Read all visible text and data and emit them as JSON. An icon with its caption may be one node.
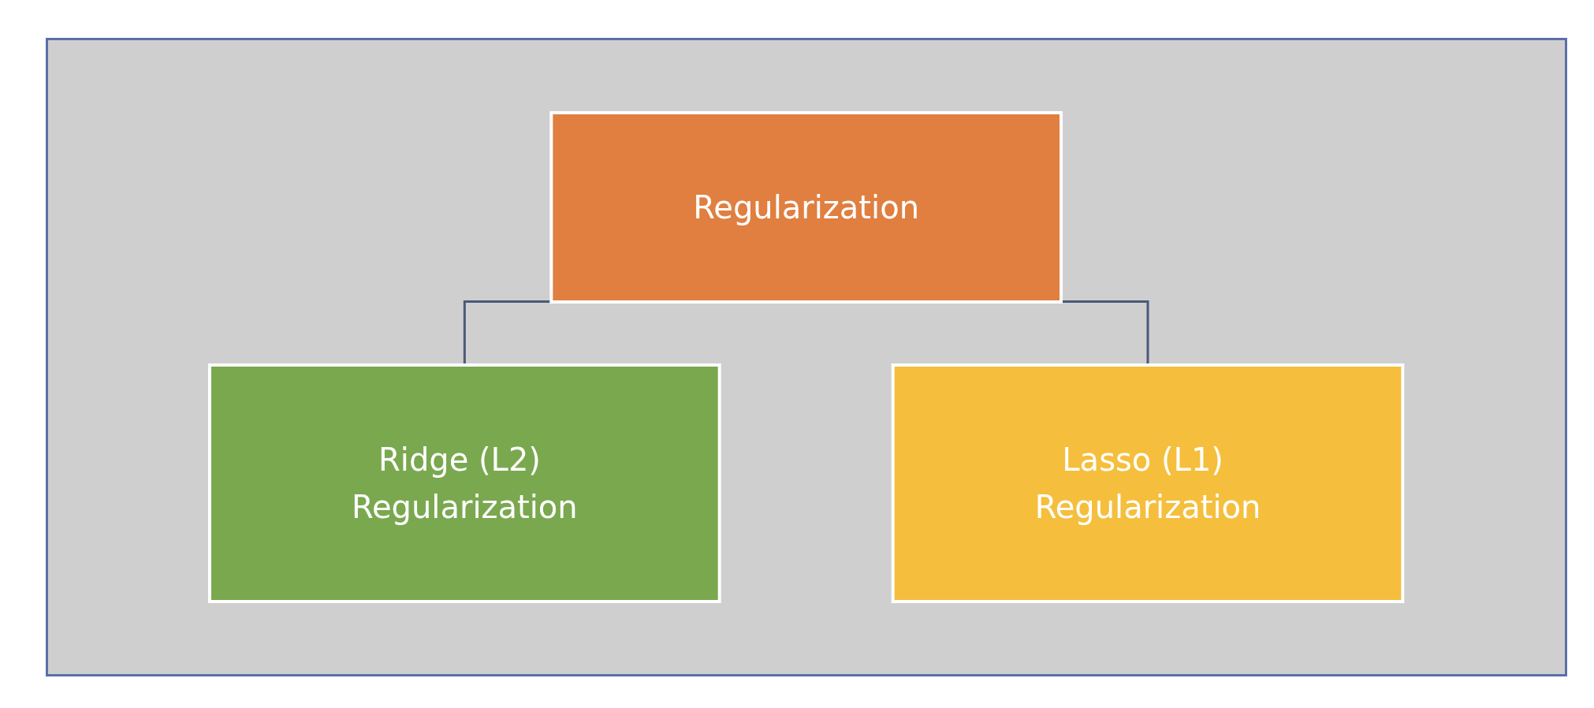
{
  "diagram": {
    "nodes": [
      {
        "text": [
          "Regularization"
        ]
      },
      {
        "text": [
          "Ridge (L2) Regularization"
        ]
      },
      {
        "text": [
          "Lasso (L1) Regularization"
        ]
      }
    ],
    "edges": [
      {
        "from": 0,
        "to": 1,
        "arrow": "none"
      },
      {
        "from": 0,
        "to": 2,
        "arrow": "none"
      }
    ]
  }
}
